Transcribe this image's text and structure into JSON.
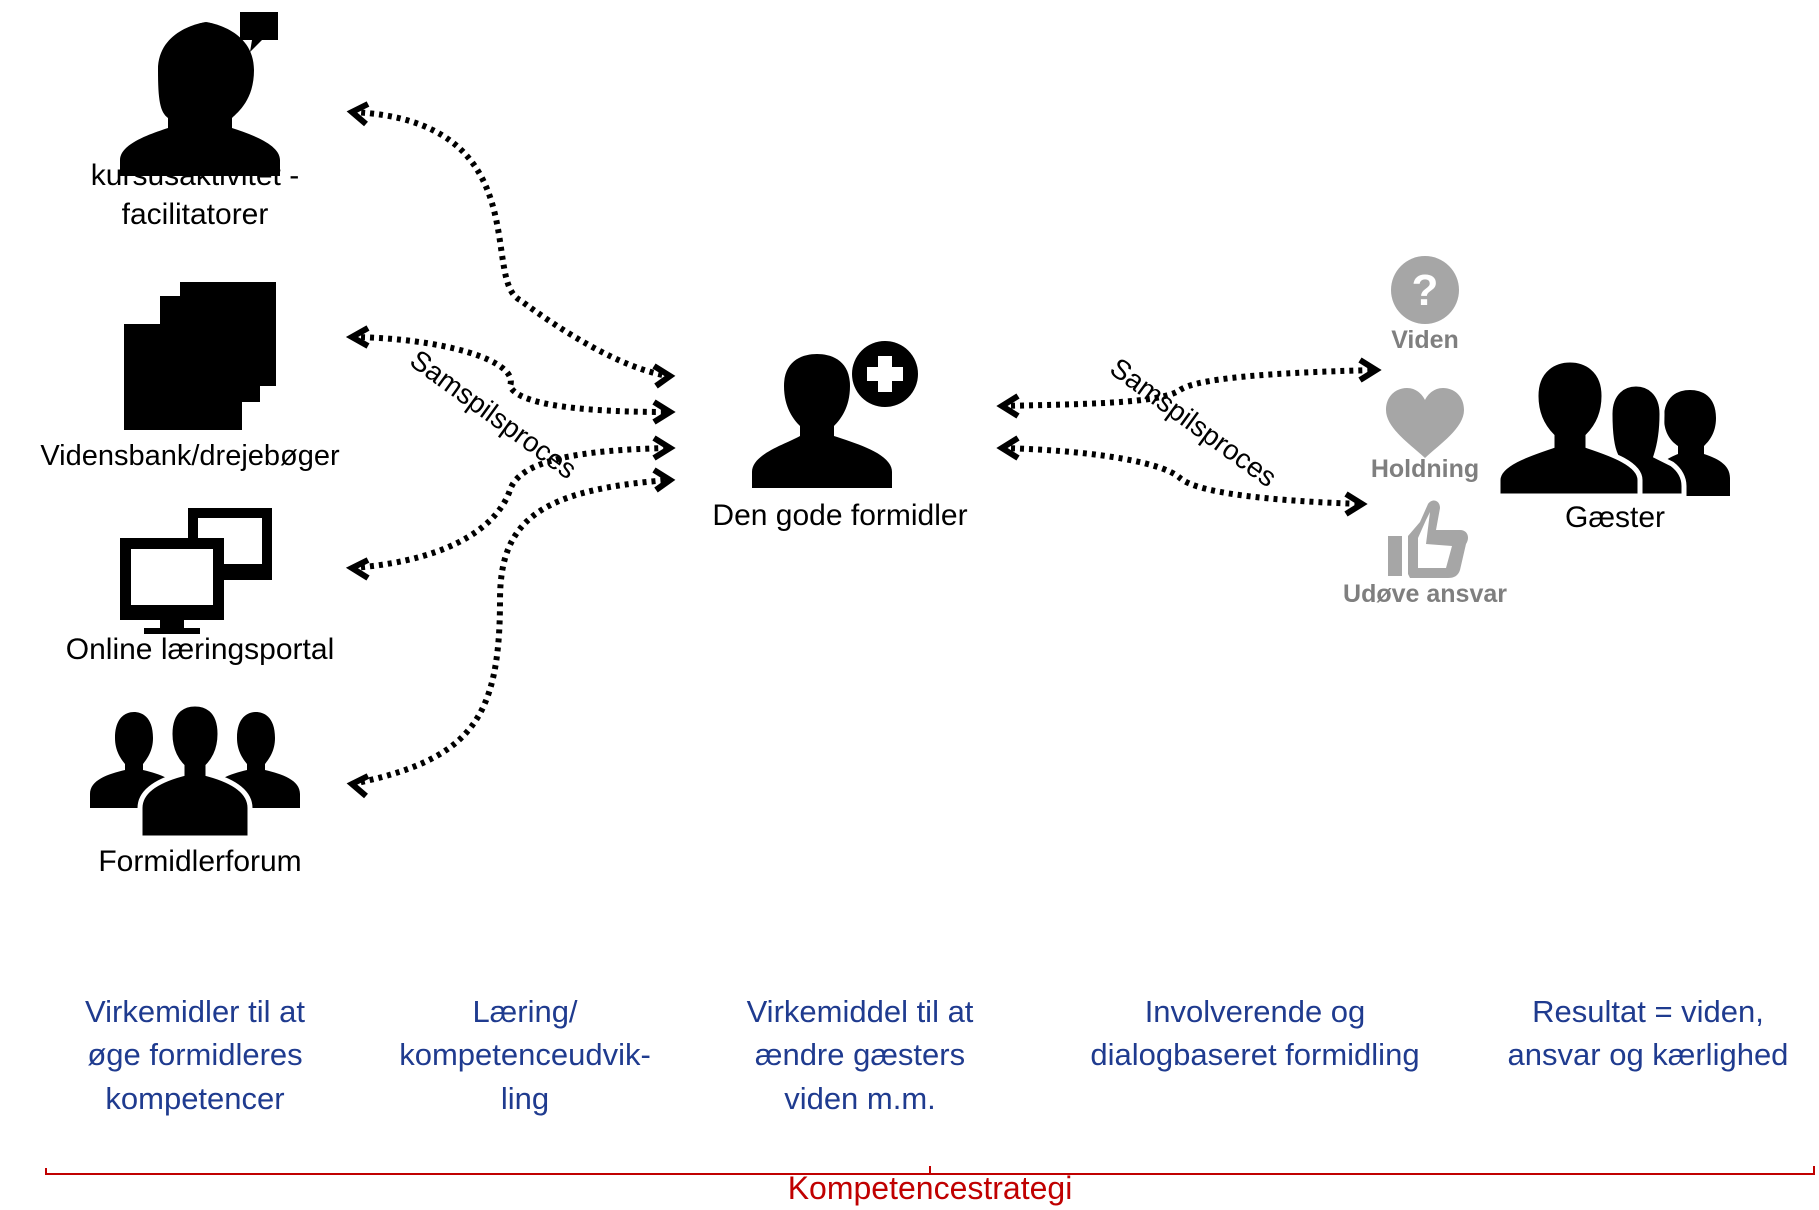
{
  "sources": {
    "kursus_line1": "kursusaktivitet -",
    "kursus_line2": "facilitatorer",
    "videnbank": "Vidensbank/drejebøger",
    "online": "Online læringsportal",
    "forum": "Formidlerforum"
  },
  "center": {
    "label": "Den gode formidler"
  },
  "process_label": "Samspilsproces",
  "outcomes": {
    "viden": "Viden",
    "holdning": "Holdning",
    "ansvar": "Udøve ansvar"
  },
  "guests": {
    "label": "Gæster"
  },
  "columns": [
    {
      "line1": "Virkemidler til at",
      "line2": "øge formidleres",
      "line3": "kompetencer"
    },
    {
      "line1": "Læring/",
      "line2": "kompetenceudvik-",
      "line3": "ling"
    },
    {
      "line1": "Virkemiddel til at",
      "line2": "ændre gæsters",
      "line3": "viden m.m."
    },
    {
      "line1": "Involverende og",
      "line2": "dialogbaseret formidling"
    },
    {
      "line1": "Resultat =  viden,",
      "line2": "ansvar og kærlighed"
    }
  ],
  "bracket_label": "Kompetencestrategi",
  "colors": {
    "column_text": "#1f3b8f",
    "bracket": "#c00000",
    "outcome_icon": "#a6a6a6"
  }
}
